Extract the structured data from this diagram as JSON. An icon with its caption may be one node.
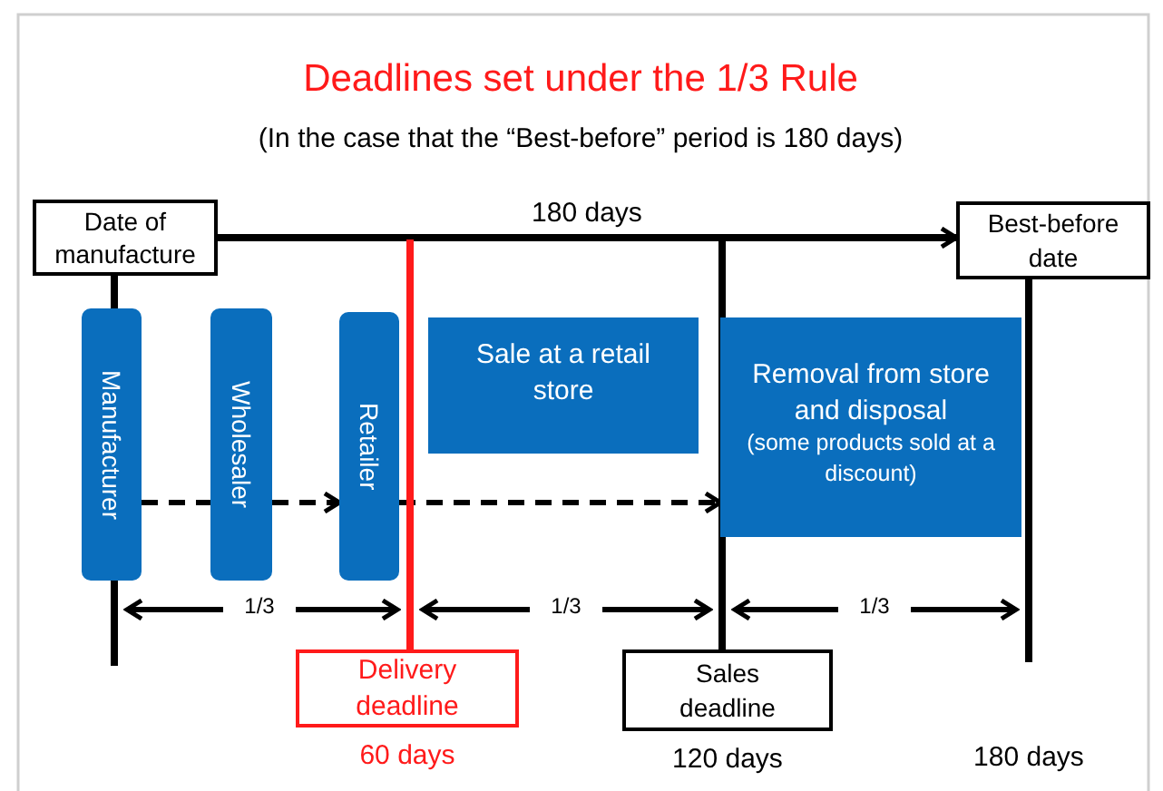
{
  "diagram": {
    "title": "Deadlines set under the 1/3 Rule",
    "nodes": [
      {
        "text": [
          "Date of manufacture"
        ]
      },
      {
        "text": [
          "Best-before date"
        ]
      },
      {
        "text": [
          "Manufacturer"
        ]
      },
      {
        "text": [
          "Wholesaler"
        ]
      },
      {
        "text": [
          "Retailer"
        ]
      },
      {
        "text": [
          "Sale at a retail store"
        ]
      },
      {
        "text": [
          "Removal from store and disposal",
          "(some products sold at a discount)"
        ]
      },
      {
        "text": [
          "Delivery deadline"
        ],
        "beside": [
          "60 days"
        ]
      },
      {
        "text": [
          "Sales deadline"
        ],
        "beside": [
          "120 days"
        ]
      }
    ],
    "edges": [
      {
        "from": 0,
        "to": 1,
        "arrow": "to",
        "label": "180 days"
      },
      {
        "from": 2,
        "to": 3,
        "arrow": "none",
        "style": "dashed"
      },
      {
        "from": 3,
        "to": 4,
        "arrow": "to",
        "style": "dashed"
      },
      {
        "from": 4,
        "to": 6,
        "arrow": "to",
        "style": "dashed"
      },
      {
        "from": 0,
        "to": null,
        "arrow": "none"
      },
      {
        "from": null,
        "to": 7,
        "arrow": "none",
        "color": "#ff1a1a"
      },
      {
        "from": null,
        "to": 8,
        "arrow": "none"
      },
      {
        "from": 1,
        "to": null,
        "arrow": "none"
      }
    ],
    "labels": [
      "(In the case that the “Best-before” period is 180 days)",
      "1/3",
      "1/3",
      "1/3",
      "180 days"
    ]
  }
}
